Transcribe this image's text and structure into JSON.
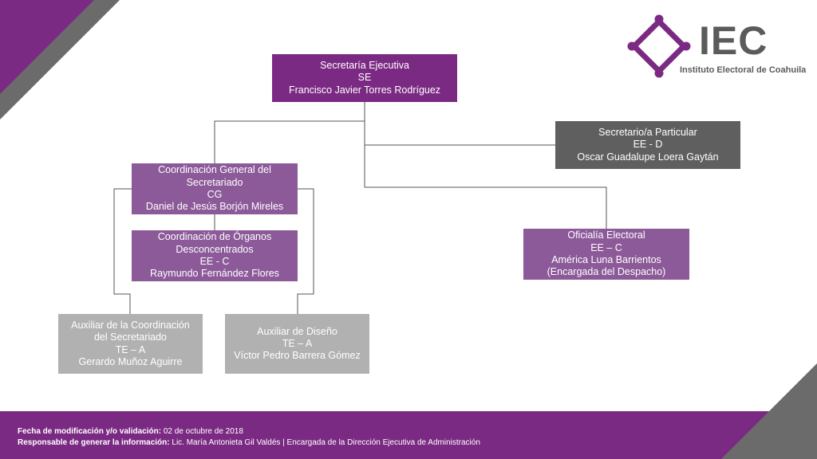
{
  "colors": {
    "accent": "#7b2a83",
    "secondary": "#8c5a99",
    "dark_gray": "#5f5f5f",
    "light_gray": "#b1b1b1"
  },
  "logo": {
    "name": "IEC",
    "subtitle": "Instituto Electoral de Coahuila"
  },
  "nodes": {
    "se": [
      "Secretaría Ejecutiva",
      "SE",
      "Francisco Javier Torres Rodríguez"
    ],
    "sp": [
      "Secretario/a Particular",
      "EE - D",
      "Oscar Guadalupe Loera Gaytán"
    ],
    "cgs": [
      "Coordinación General del",
      "Secretariado",
      "CG",
      "Daniel de Jesús Borjón Mireles"
    ],
    "cod": [
      "Coordinación de Órganos",
      "Desconcentrados",
      "EE - C",
      "Raymundo Fernández Flores"
    ],
    "of": [
      "Oficialía Electoral",
      "EE – C",
      "América Luna Barrientos",
      "(Encargada del Despacho)"
    ],
    "acs": [
      "Auxiliar de la Coordinación",
      "del Secretariado",
      "TE – A",
      "Gerardo Muñoz Aguirre"
    ],
    "ad": [
      "Auxiliar de Diseño",
      "TE – A",
      "Víctor Pedro Barrera Gómez"
    ]
  },
  "footer": {
    "date_label": "Fecha de modificación y/o validación:",
    "date_value": " 02 de octubre de 2018",
    "resp_label": "Responsable de generar la información:",
    "resp_value": " Lic. María Antonieta Gil Valdés | Encargada de la Dirección Ejecutiva de Administración"
  }
}
